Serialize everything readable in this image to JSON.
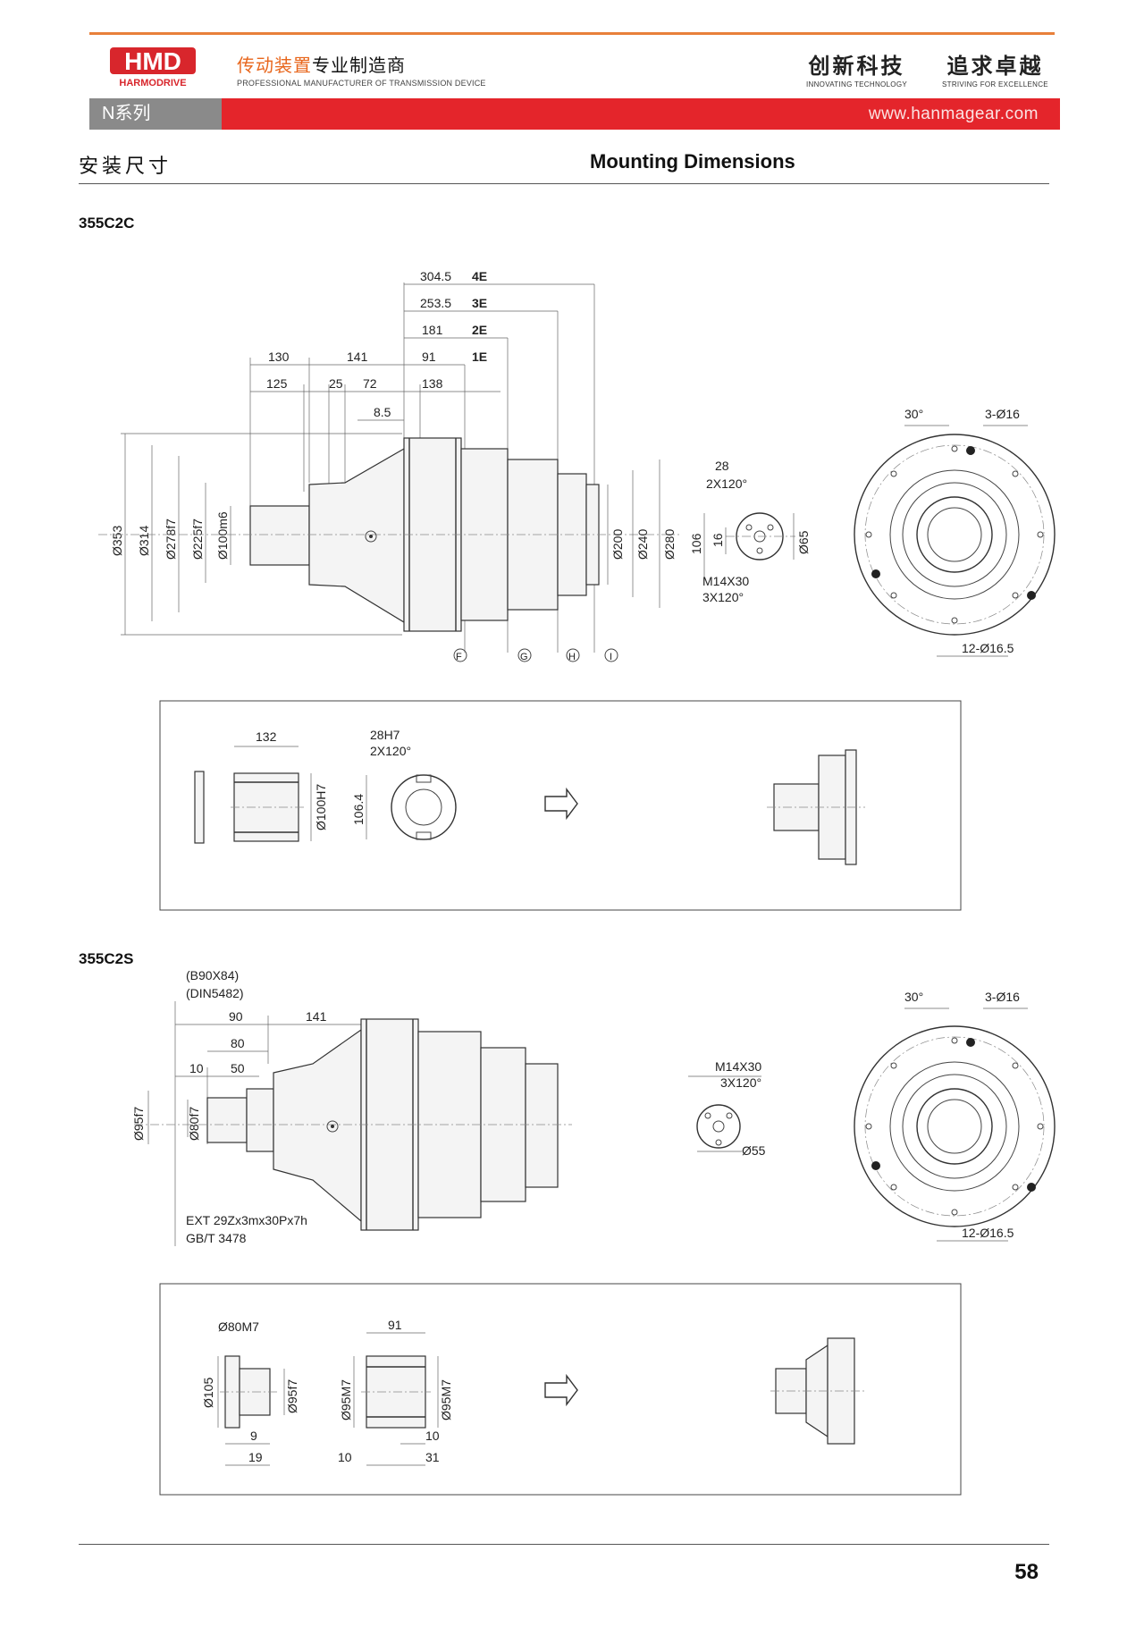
{
  "header": {
    "brand": "HMD",
    "brand_sub": "HARMODRIVE",
    "tagline_cn_a": "传动装置",
    "tagline_cn_b": "专业制造商",
    "tagline_en": "PROFESSIONAL MANUFACTURER OF TRANSMISSION DEVICE",
    "slogan1_cn": "创新科技",
    "slogan1_en": "INNOVATING TECHNOLOGY",
    "slogan2_cn": "追求卓越",
    "slogan2_en": "STRIVING FOR EXCELLENCE",
    "series": "N系列",
    "website": "www.hanmagear.com"
  },
  "section": {
    "title_cn": "安装尺寸",
    "title_en": "Mounting Dimensions"
  },
  "model1": {
    "name": "355C2C",
    "stage_dims": [
      {
        "value": "304.5",
        "stage": "4E"
      },
      {
        "value": "253.5",
        "stage": "3E"
      },
      {
        "value": "181",
        "stage": "2E"
      },
      {
        "value": "91",
        "stage": "1E"
      }
    ],
    "top_dims": [
      "130",
      "141",
      "125",
      "25",
      "72",
      "138",
      "8.5"
    ],
    "left_diams": [
      "Ø353",
      "Ø314",
      "Ø278f7",
      "Ø225f7",
      "Ø100m6"
    ],
    "right_diams": [
      "Ø200",
      "Ø240",
      "Ø280"
    ],
    "markers": [
      "F",
      "G",
      "H",
      "I"
    ],
    "side": {
      "d28": "28",
      "key": "2X120°",
      "h106": "106",
      "h16": "16",
      "d65": "Ø65",
      "thread": "M14X30",
      "thread_pat": "3X120°"
    },
    "flange": {
      "angle": "30°",
      "holes_top": "3-Ø16",
      "holes_bot": "12-Ø16.5"
    },
    "box": {
      "len": "132",
      "bore": "Ø100H7",
      "key": "28H7",
      "key_pat": "2X120°",
      "h": "106.4"
    }
  },
  "model2": {
    "name": "355C2S",
    "spline": "(B90X84)",
    "spline_std": "(DIN5482)",
    "top_dims": [
      "90",
      "141",
      "80",
      "10",
      "50"
    ],
    "left_diams": [
      "Ø95f7",
      "Ø80f7"
    ],
    "ext_spline": "EXT 29Zx3mx30Px7h",
    "ext_std": "GB/T 3478",
    "side": {
      "thread": "M14X30",
      "thread_pat": "3X120°",
      "d55": "Ø55"
    },
    "flange": {
      "angle": "30°",
      "holes_top": "3-Ø16",
      "holes_bot": "12-Ø16.5"
    },
    "box": {
      "d80": "Ø80M7",
      "d105": "Ø105",
      "d95": "Ø95f7",
      "d9": "9",
      "d19": "19",
      "len": "91",
      "bore1": "Ø95M7",
      "bore2": "Ø95M7",
      "d10a": "10",
      "d10b": "10",
      "d31": "31"
    }
  },
  "footer": {
    "page": "58"
  }
}
